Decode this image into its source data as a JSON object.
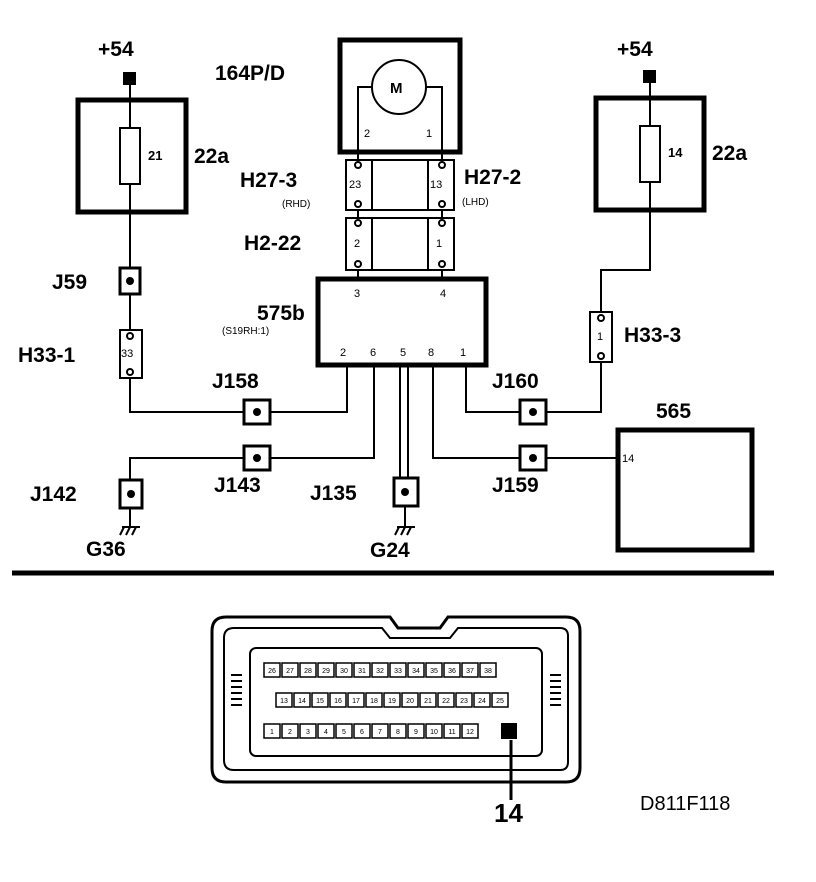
{
  "diagram": {
    "supply_left": "+54",
    "supply_right": "+54",
    "motor": {
      "label": "164P/D",
      "symbol": "M",
      "pin_left": "2",
      "pin_right": "1"
    },
    "fuse_left": {
      "label": "22a",
      "number": "21"
    },
    "fuse_right": {
      "label": "22a",
      "number": "14"
    },
    "connector_h27_3": {
      "label": "H27-3",
      "note": "(RHD)",
      "pin": "23"
    },
    "connector_h27_2": {
      "label": "H27-2",
      "note": "(LHD)",
      "pin": "13"
    },
    "connector_h2_22": {
      "label": "H2-22",
      "pin_left": "2",
      "pin_right": "1"
    },
    "module_575b": {
      "label": "575b",
      "note": "(S19RH:1)",
      "top_pins": [
        "3",
        "4"
      ],
      "bottom_pins": [
        "2",
        "6",
        "5",
        "8",
        "1"
      ]
    },
    "connector_h33_1": {
      "label": "H33-1",
      "pin": "33"
    },
    "connector_h33_3": {
      "label": "H33-3",
      "pin": "1"
    },
    "junctions": {
      "j59": "J59",
      "j158": "J158",
      "j143": "J143",
      "j142": "J142",
      "j135": "J135",
      "j160": "J160",
      "j159": "J159"
    },
    "grounds": {
      "g36": "G36",
      "g24": "G24"
    },
    "unit_565": {
      "label": "565",
      "pin": "14"
    },
    "connector_callout": "14",
    "drawing_code": "D811F118",
    "connector_face": {
      "row1": [
        "26",
        "27",
        "28",
        "29",
        "30",
        "31",
        "32",
        "33",
        "34",
        "35",
        "36",
        "37",
        "38"
      ],
      "row2": [
        "13",
        "14",
        "15",
        "16",
        "17",
        "18",
        "19",
        "20",
        "21",
        "22",
        "23",
        "24",
        "25"
      ],
      "row3": [
        "1",
        "2",
        "3",
        "4",
        "5",
        "6",
        "7",
        "8",
        "9",
        "10",
        "11",
        "12"
      ]
    }
  }
}
